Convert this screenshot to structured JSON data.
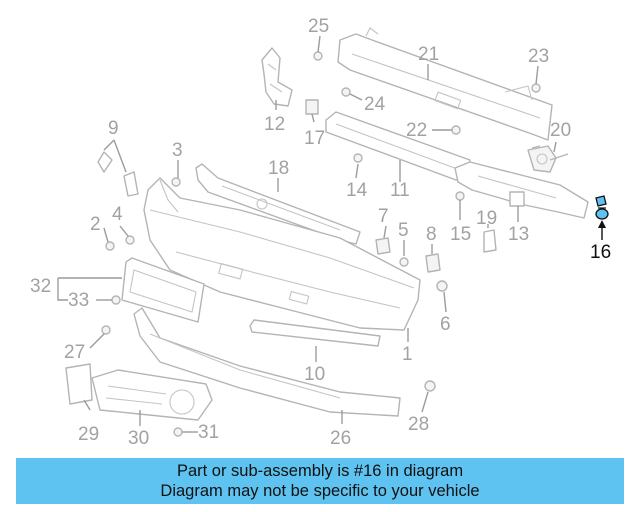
{
  "highlight": {
    "part": "16",
    "color": "#5ec3f0"
  },
  "callouts": {
    "c1": "1",
    "c2": "2",
    "c3": "3",
    "c4": "4",
    "c5": "5",
    "c6": "6",
    "c7": "7",
    "c8": "8",
    "c9": "9",
    "c10": "10",
    "c11": "11",
    "c12": "12",
    "c13": "13",
    "c14": "14",
    "c15": "15",
    "c16": "16",
    "c17": "17",
    "c18": "18",
    "c19": "19",
    "c20": "20",
    "c21": "21",
    "c22": "22",
    "c23": "23",
    "c24": "24",
    "c25": "25",
    "c26": "26",
    "c27": "27",
    "c28": "28",
    "c29": "29",
    "c30": "30",
    "c31": "31",
    "c32": "32",
    "c33": "33"
  },
  "banner": {
    "line1": "Part or sub-assembly is #16 in diagram",
    "line2": "Diagram may not be specific to your vehicle",
    "background": "#5ec3f0"
  }
}
